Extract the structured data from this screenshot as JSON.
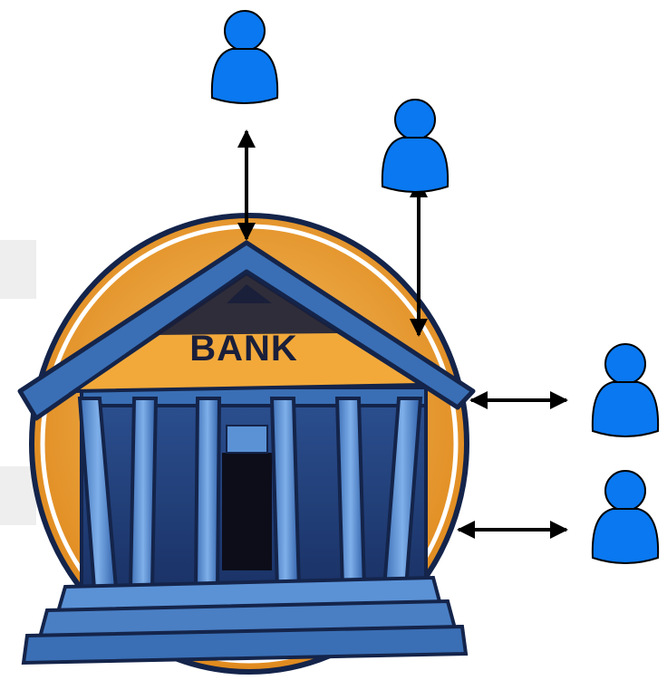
{
  "bank": {
    "label": "BANK",
    "colors": {
      "outline": "#14244a",
      "circle_fill": "#e9a23b",
      "circle_highlight": "#f7c56b",
      "roof": "#3a6fb5",
      "roof_dark": "#1f3f77",
      "pediment": "#f2a93a",
      "column": "#5b92d6",
      "column_dark": "#2b4f8f",
      "base": "#4a7fc4",
      "door": "#0d0d1a"
    }
  },
  "people": {
    "color": "#0a78f0",
    "outline": "#000000",
    "count": 4
  },
  "arrows": {
    "color": "#000000",
    "count": 4,
    "style": "double-headed"
  }
}
